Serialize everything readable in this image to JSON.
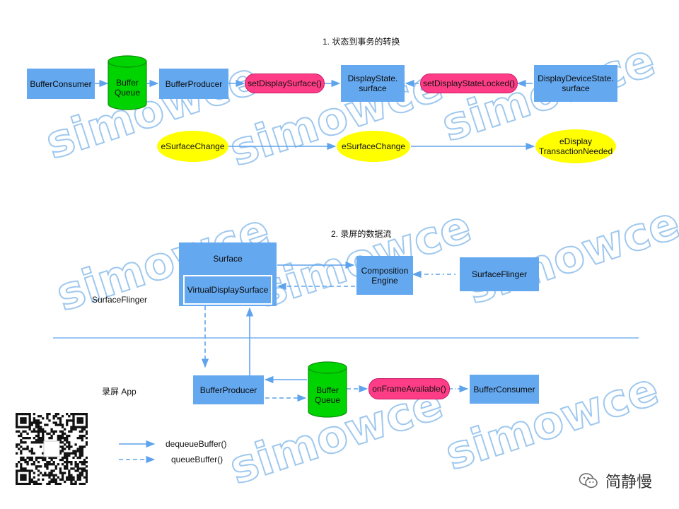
{
  "section1": {
    "title": "1. 状态到事务的转换",
    "buffer_consumer": "BufferConsumer",
    "buffer_queue": "Buffer\nQueue",
    "buffer_producer": "BufferProducer",
    "set_display_surface": "setDisplaySurface()",
    "display_state_surface": "DisplayState.\nsurface",
    "set_display_state_locked": "setDisplayStateLocked()",
    "display_device_state_surface": "DisplayDeviceState.\nsurface",
    "e_surface_change_1": "eSurfaceChange",
    "e_surface_change_2": "eSurfaceChange",
    "e_display_transaction_needed": "eDisplay\nTransactionNeeded"
  },
  "section2": {
    "title": "2. 录屏的数据流",
    "surface": "Surface",
    "virtual_display_surface": "VirtualDisplaySurface",
    "surfaceflinger_label": "SurfaceFlinger",
    "composition_engine": "Composition\nEngine",
    "surfaceflinger_box": "SurfaceFlinger",
    "screen_record_app": "录屏 App",
    "buffer_producer": "BufferProducer",
    "buffer_queue": "Buffer\nQueue",
    "on_frame_available": "onFrameAvailable()",
    "buffer_consumer": "BufferConsumer"
  },
  "legend": {
    "solid_label": "dequeueBuffer()",
    "dashed_label": "queueBuffer()"
  },
  "brand": {
    "wechat_name": "简静慢",
    "watermark": "simowce"
  },
  "colors": {
    "box_blue": "#64a8f0",
    "pill_pink": "#ff3d86",
    "ellipse_yellow": "#ffff00",
    "cylinder_green": "#00d400",
    "arrow_blue": "#5ea3ec"
  }
}
